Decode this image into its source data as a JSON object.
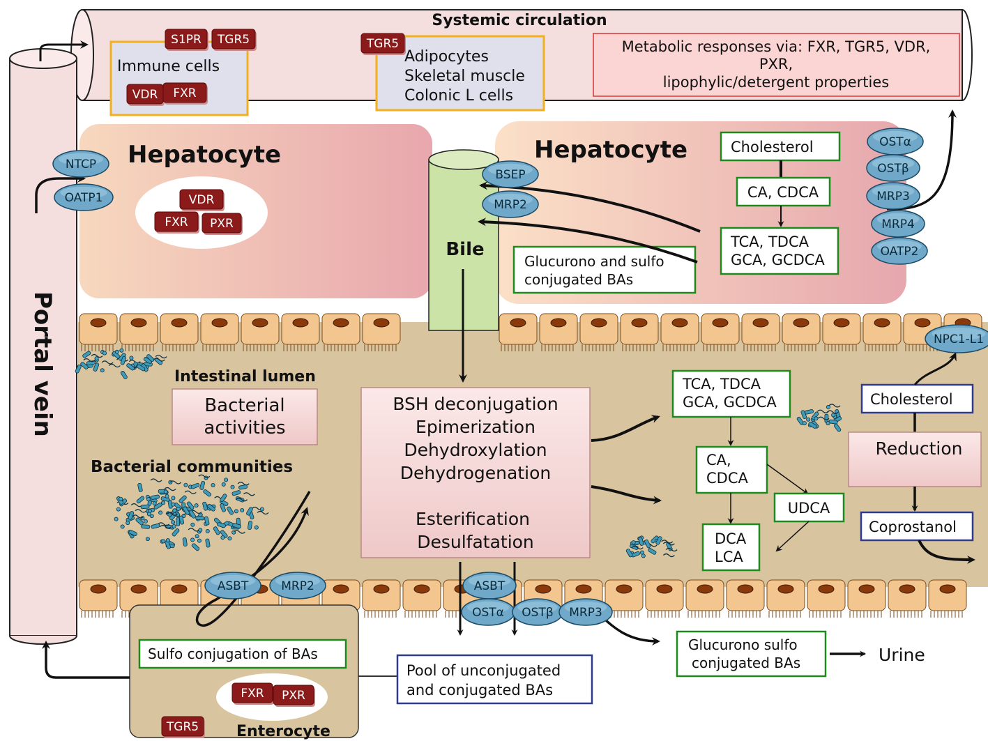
{
  "systemic": {
    "title": "Systemic circulation",
    "immune": {
      "label": "Immune cells",
      "receptors": [
        "S1PR",
        "TGR5",
        "VDR",
        "FXR"
      ]
    },
    "tissues": {
      "receptor": "TGR5",
      "lines": [
        "Adipocytes",
        "Skeletal muscle",
        "Colonic L cells"
      ]
    },
    "metabolic": {
      "lines": [
        "Metabolic responses via: FXR, TGR5, VDR,",
        "PXR,",
        "lipophylic/detergent properties"
      ]
    }
  },
  "portal_vein": {
    "label": "Portal vein",
    "transporters": [
      "NTCP",
      "OATP1"
    ]
  },
  "hepatocyte_left": {
    "title": "Hepatocyte",
    "receptors": [
      "VDR",
      "FXR",
      "PXR"
    ]
  },
  "bile": {
    "label": "Bile",
    "transporters": [
      "BSEP",
      "MRP2"
    ]
  },
  "hepatocyte_right": {
    "title": "Hepatocyte",
    "steps": [
      "Cholesterol",
      "CA, CDCA",
      "TCA, TDCA",
      "GCA, GCDCA"
    ],
    "glucurono_lines": [
      "Glucurono and sulfo",
      "conjugated BAs"
    ],
    "basolateral": [
      "OSTα",
      "OSTβ",
      "MRP3",
      "MRP4",
      "OATP2"
    ]
  },
  "lumen": {
    "title": "Intestinal lumen",
    "bacterial_box": [
      "Bacterial",
      "activities"
    ],
    "communities": "Bacterial communities",
    "processes": [
      "BSH deconjugation",
      "Epimerization",
      "Dehydroxylation",
      "Dehydrogenation",
      "Esterification",
      "Desulfatation"
    ],
    "conj_lines": [
      "TCA, TDCA",
      "GCA, GCDCA"
    ],
    "primary_lines": [
      "CA,",
      "CDCA"
    ],
    "udca": "UDCA",
    "secondary_lines": [
      "DCA",
      "LCA"
    ],
    "cholesterol": "Cholesterol",
    "reduction": "Reduction",
    "coprostanol": "Coprostanol",
    "npc1l1": "NPC1-L1"
  },
  "enterocyte": {
    "title": "Enterocyte",
    "sulfo": "Sulfo conjugation of BAs",
    "receptors": [
      "FXR",
      "PXR",
      "TGR5"
    ],
    "transporters": [
      "ASBT",
      "MRP2"
    ]
  },
  "pool": {
    "lines": [
      "Pool of unconjugated",
      "and conjugated BAs"
    ]
  },
  "colonocyte_transporters": [
    "ASBT",
    "OSTα",
    "OSTβ",
    "MRP3"
  ],
  "urine": {
    "box_lines": [
      "Glucurono sulfo",
      "conjugated BAs"
    ],
    "label": "Urine"
  },
  "colors": {
    "receptor": "#8b1a1a",
    "transporter": "#6fa8c8",
    "step_border": "#1e8a1e",
    "pool_border": "#2e3a8c",
    "gut": "#d9c4a0",
    "tube": "#f4dede",
    "bile": "#cce3a8"
  }
}
